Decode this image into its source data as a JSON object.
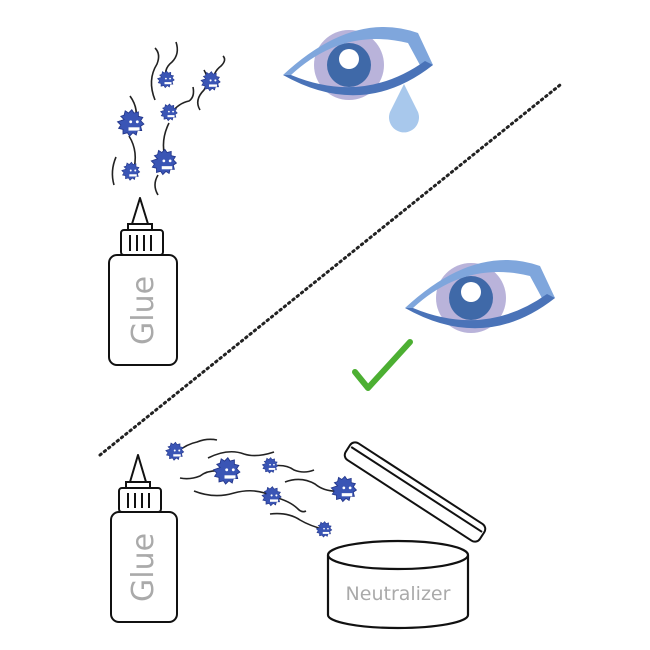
{
  "top_panel": {
    "bottle_label": "Glue",
    "eye_state": "tearing"
  },
  "bottom_panel": {
    "bottle_label": "Glue",
    "jar_label": "Neutralizer",
    "eye_state": "clear",
    "check_icon": "checkmark-icon"
  },
  "colors": {
    "eye_outline": "#4a73b8",
    "eye_light": "#7fa6dc",
    "iris_outer": "#b9b3da",
    "iris_inner": "#3f69a8",
    "tear": "#a8c8ec",
    "germ": "#3a55b5",
    "check": "#4caf32",
    "label_gray": "#aaaaaa"
  }
}
